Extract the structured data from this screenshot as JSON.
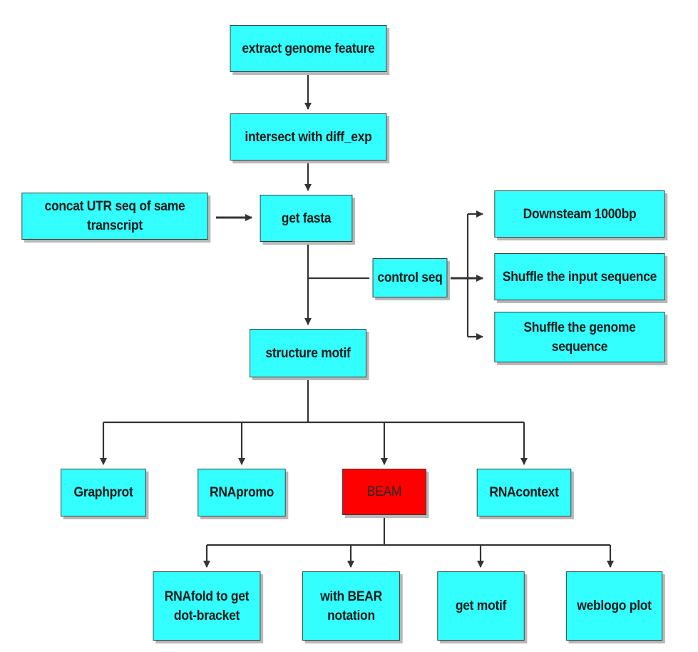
{
  "colors": {
    "node_fill": "#33ffff",
    "highlight_fill": "#ff0000",
    "connector": "#333333"
  },
  "nodes": {
    "extract": "extract genome feature",
    "intersect": "intersect with diff_exp",
    "concat": "concat UTR seq of same\ntranscript",
    "get_fasta": "get fasta",
    "control_seq": "control seq",
    "downstream": "Downsteam 1000bp",
    "shuffle_input": "Shuffle the input sequence",
    "shuffle_genome": "Shuffle the genome\nsequence",
    "structure_motif": "structure motif",
    "graphprot": "Graphprot",
    "rnapromo": "RNApromo",
    "beam": "BEAM",
    "rnacontext": "RNAcontext",
    "rnafold": "RNAfold to get\ndot-bracket",
    "bear": "with BEAR\nnotation",
    "get_motif": "get motif",
    "weblogo": "weblogo plot"
  }
}
